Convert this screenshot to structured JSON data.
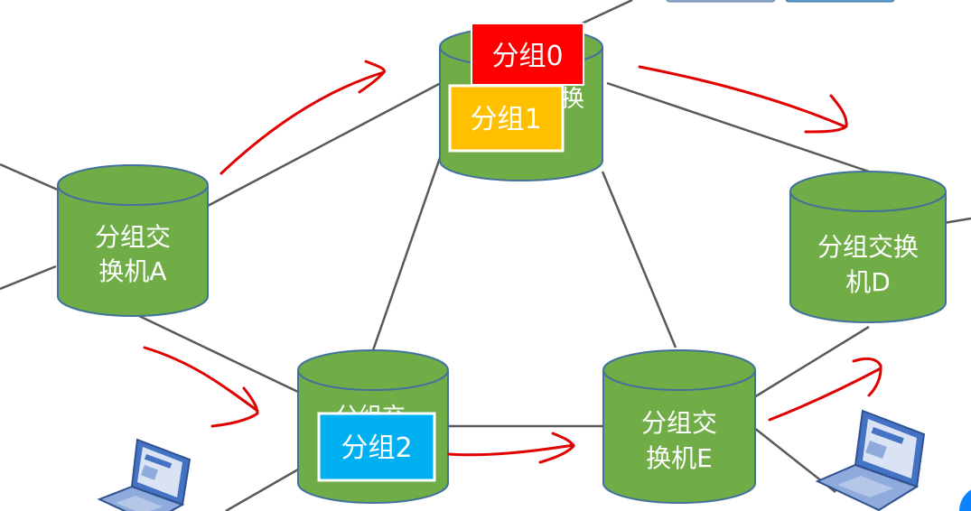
{
  "switches": {
    "A": {
      "line1": "分组交",
      "line2": "换机A"
    },
    "B": {
      "partial": "换"
    },
    "C": {
      "partial": "分组交"
    },
    "D": {
      "line1": "分组交换",
      "line2": "机D"
    },
    "E": {
      "line1": "分组交",
      "line2": "换机E"
    }
  },
  "packets": [
    {
      "label": "分组0",
      "color": "#ff0000"
    },
    {
      "label": "分组1",
      "color": "#ffc000"
    },
    {
      "label": "分组2",
      "color": "#00b0f0"
    }
  ],
  "colors": {
    "switch_fill": "#70ad47",
    "switch_stroke": "#41719c",
    "link": "#595959",
    "arrow": "#e00000"
  },
  "icons": [
    "laptop-icon",
    "laptop-icon"
  ]
}
